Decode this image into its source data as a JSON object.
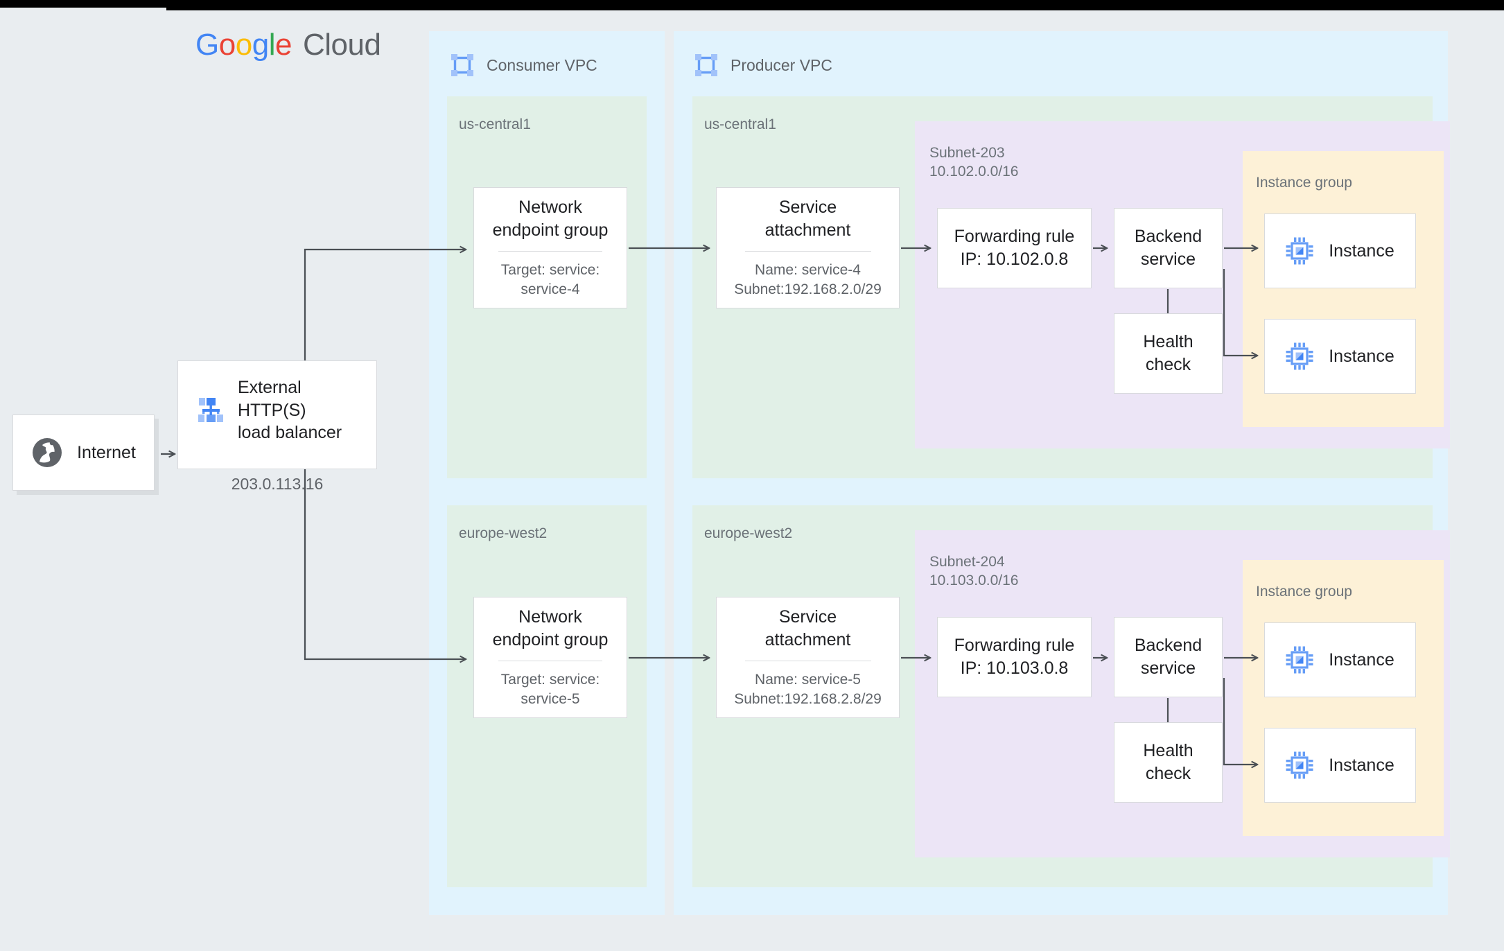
{
  "logo": {
    "word_google": [
      "G",
      "o",
      "o",
      "g",
      "l",
      "e"
    ],
    "word_cloud": "Cloud",
    "colors": [
      "#4285f4",
      "#ea4335",
      "#fbbc05",
      "#4285f4",
      "#34a853",
      "#ea4335"
    ],
    "cloud_color": "#5f6368"
  },
  "internet": {
    "label": "Internet",
    "icon": "globe-icon"
  },
  "load_balancer": {
    "title": "External HTTP(S)\nload balancer",
    "ip": "203.0.113.16",
    "icon": "load-balancer-icon"
  },
  "consumer_vpc": {
    "title": "Consumer VPC",
    "icon": "vpc-icon",
    "regions": [
      {
        "name": "us-central1",
        "neg": {
          "title": "Network\nendpoint group",
          "detail": "Target: service:\nservice-4"
        }
      },
      {
        "name": "europe-west2",
        "neg": {
          "title": "Network\nendpoint group",
          "detail": "Target: service:\nservice-5"
        }
      }
    ]
  },
  "producer_vpc": {
    "title": "Producer VPC",
    "icon": "vpc-icon",
    "regions": [
      {
        "name": "us-central1",
        "service_attachment": {
          "title": "Service\nattachment",
          "detail": "Name: service-4\nSubnet:192.168.2.0/29"
        },
        "subnet": {
          "label": "Subnet-203\n10.102.0.0/16",
          "forwarding_rule": "Forwarding rule\nIP: 10.102.0.8",
          "backend_service": "Backend\nservice",
          "health_check": "Health\ncheck",
          "instance_group": {
            "label": "Instance group",
            "instances": [
              "Instance",
              "Instance"
            ]
          }
        }
      },
      {
        "name": "europe-west2",
        "service_attachment": {
          "title": "Service\nattachment",
          "detail": "Name: service-5\nSubnet:192.168.2.8/29"
        },
        "subnet": {
          "label": "Subnet-204\n10.103.0.0/16",
          "forwarding_rule": "Forwarding rule\nIP: 10.103.0.8",
          "backend_service": "Backend\nservice",
          "health_check": "Health\ncheck",
          "instance_group": {
            "label": "Instance group",
            "instances": [
              "Instance",
              "Instance"
            ]
          }
        }
      }
    ]
  },
  "palette": {
    "background": "#e9edf0",
    "vpc": "#e1f3fd",
    "region": "#e1f0e7",
    "subnet": "#ece5f6",
    "instance_group": "#fdf1d7",
    "card": "#ffffff",
    "edge": "#4a4f54",
    "accent_blue": "#669df6"
  }
}
